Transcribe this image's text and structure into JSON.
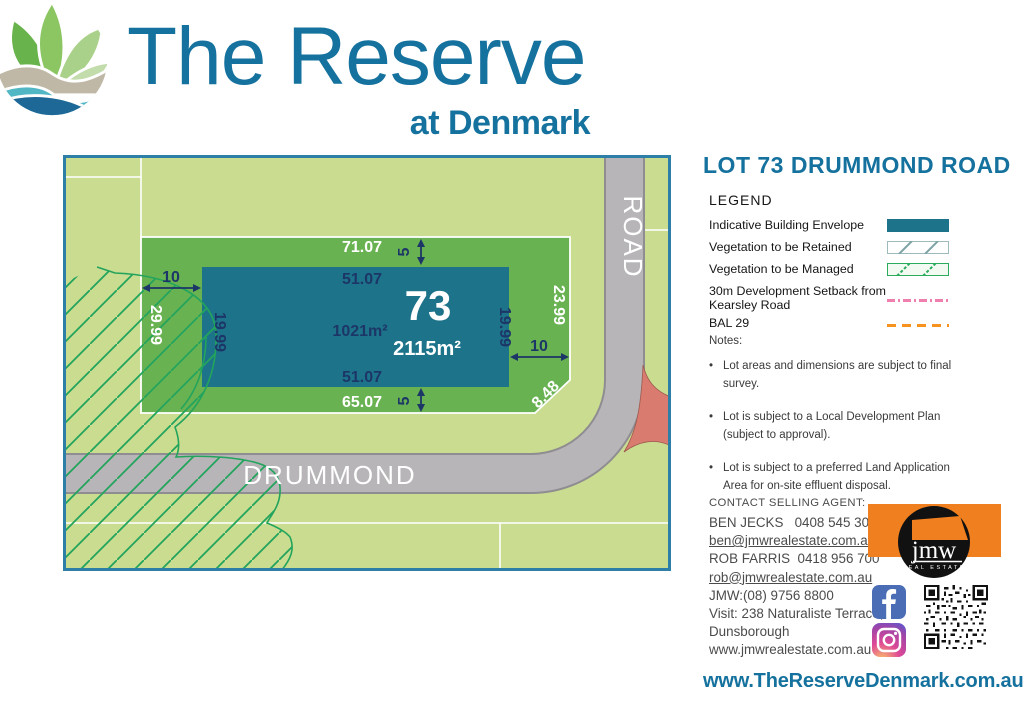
{
  "brand": {
    "title": "The Reserve",
    "subtitle": "at Denmark",
    "website": "www.TheReserveDenmark.com.au"
  },
  "panel": {
    "heading": "LOT 73 DRUMMOND ROAD",
    "legend": {
      "title": "LEGEND",
      "items": [
        {
          "label": "Indicative Building Envelope"
        },
        {
          "label": "Vegetation to be Retained"
        },
        {
          "label": "Vegetation to be Managed"
        },
        {
          "label": "30m Development Setback from Kearsley Road"
        },
        {
          "label": "BAL 29"
        }
      ]
    },
    "notes": {
      "title": "Notes:",
      "items": [
        "Lot areas and dimensions are subject to final survey.",
        "Lot is subject to a Local Development Plan (subject to approval).",
        "Lot is subject to a preferred Land Application Area for on-site effluent disposal."
      ]
    },
    "contact": {
      "heading": "CONTACT SELLING AGENT:",
      "lines": [
        "BEN JECKS   0408 545 304",
        "ben@jmwrealestate.com.au",
        "ROB FARRIS  0418 956 700",
        "rob@jmwrealestate.com.au",
        "JMW:(08) 9756 8800",
        "Visit: 238 Naturaliste Terrace,",
        "Dunsborough",
        "www.jmwrealestate.com.au"
      ]
    }
  },
  "jmw_logo": {
    "name": "jmw",
    "tagline": "REAL ESTATE"
  },
  "map": {
    "lot_number": "73",
    "envelope_area": "1021m²",
    "lot_area": "2115m²",
    "street_label": "DRUMMOND",
    "road_label": "ROAD",
    "dims": {
      "lot_top": "71.07",
      "env_top": "51.07",
      "env_bottom": "51.07",
      "lot_bottom": "65.07",
      "lot_left": "29.99",
      "env_left": "19.99",
      "env_right": "19.99",
      "lot_right": "23.99",
      "corner": "8.48",
      "setback_left": "10",
      "setback_right": "10",
      "setback_top": "5",
      "setback_bottom": "5"
    }
  },
  "colors": {
    "brand_teal": "#15719d",
    "envelope_teal": "#1d7389",
    "lot_green": "#69b251",
    "background_green": "#c9dc90",
    "road_grey": "#b7b5b8",
    "corner_red": "#d97b6e",
    "hatch_green": "#23a45c",
    "dim_navy": "#1c3667",
    "setback_pink": "#ef7fac",
    "bal_orange": "#f6921e",
    "jmw_orange": "#f0801f",
    "facebook_blue": "#4a6db5"
  }
}
